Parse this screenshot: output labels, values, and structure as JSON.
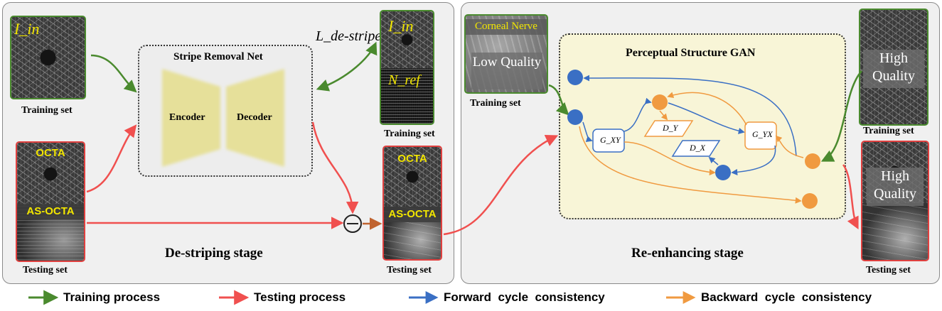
{
  "left_panel": {
    "stage_label": "De-striping stage",
    "training_input_label": "I_in",
    "training_set_label": "Training set",
    "testing_set_label": "Testing set",
    "octa_label": "OCTA",
    "asocta_label": "AS-OCTA",
    "net_title": "Stripe Removal Net",
    "encoder": "Encoder",
    "decoder": "Decoder",
    "loss_label": "L_de-stripe",
    "ref_input_label": "I_in",
    "ref_noise_label": "N_ref",
    "ref_set_label": "Training set",
    "output_octa_label": "OCTA",
    "output_asocta_label": "AS-OCTA",
    "output_set_label": "Testing set",
    "minus_symbol": "⊖"
  },
  "right_panel": {
    "stage_label": "Re-enhancing stage",
    "gan_title": "Perceptual Structure GAN",
    "corneal_label": "Corneal Nerve",
    "low_quality": "Low Quality",
    "training_set_label": "Training set",
    "high_quality_train": "High Quality",
    "high_quality_test": "High Quality",
    "right_training_set_label": "Training set",
    "right_testing_set_label": "Testing set",
    "gxy": "G_XY",
    "gyx": "G_YX",
    "dy": "D_Y",
    "dx": "D_X"
  },
  "legend": [
    {
      "label": "Training process",
      "color": "#4a8a2e"
    },
    {
      "label": "Testing process",
      "color": "#f0504f"
    },
    {
      "label": "Forward  cycle  consistency",
      "color": "#3a6fc4"
    },
    {
      "label": "Backward  cycle  consistency",
      "color": "#f09a40"
    }
  ]
}
